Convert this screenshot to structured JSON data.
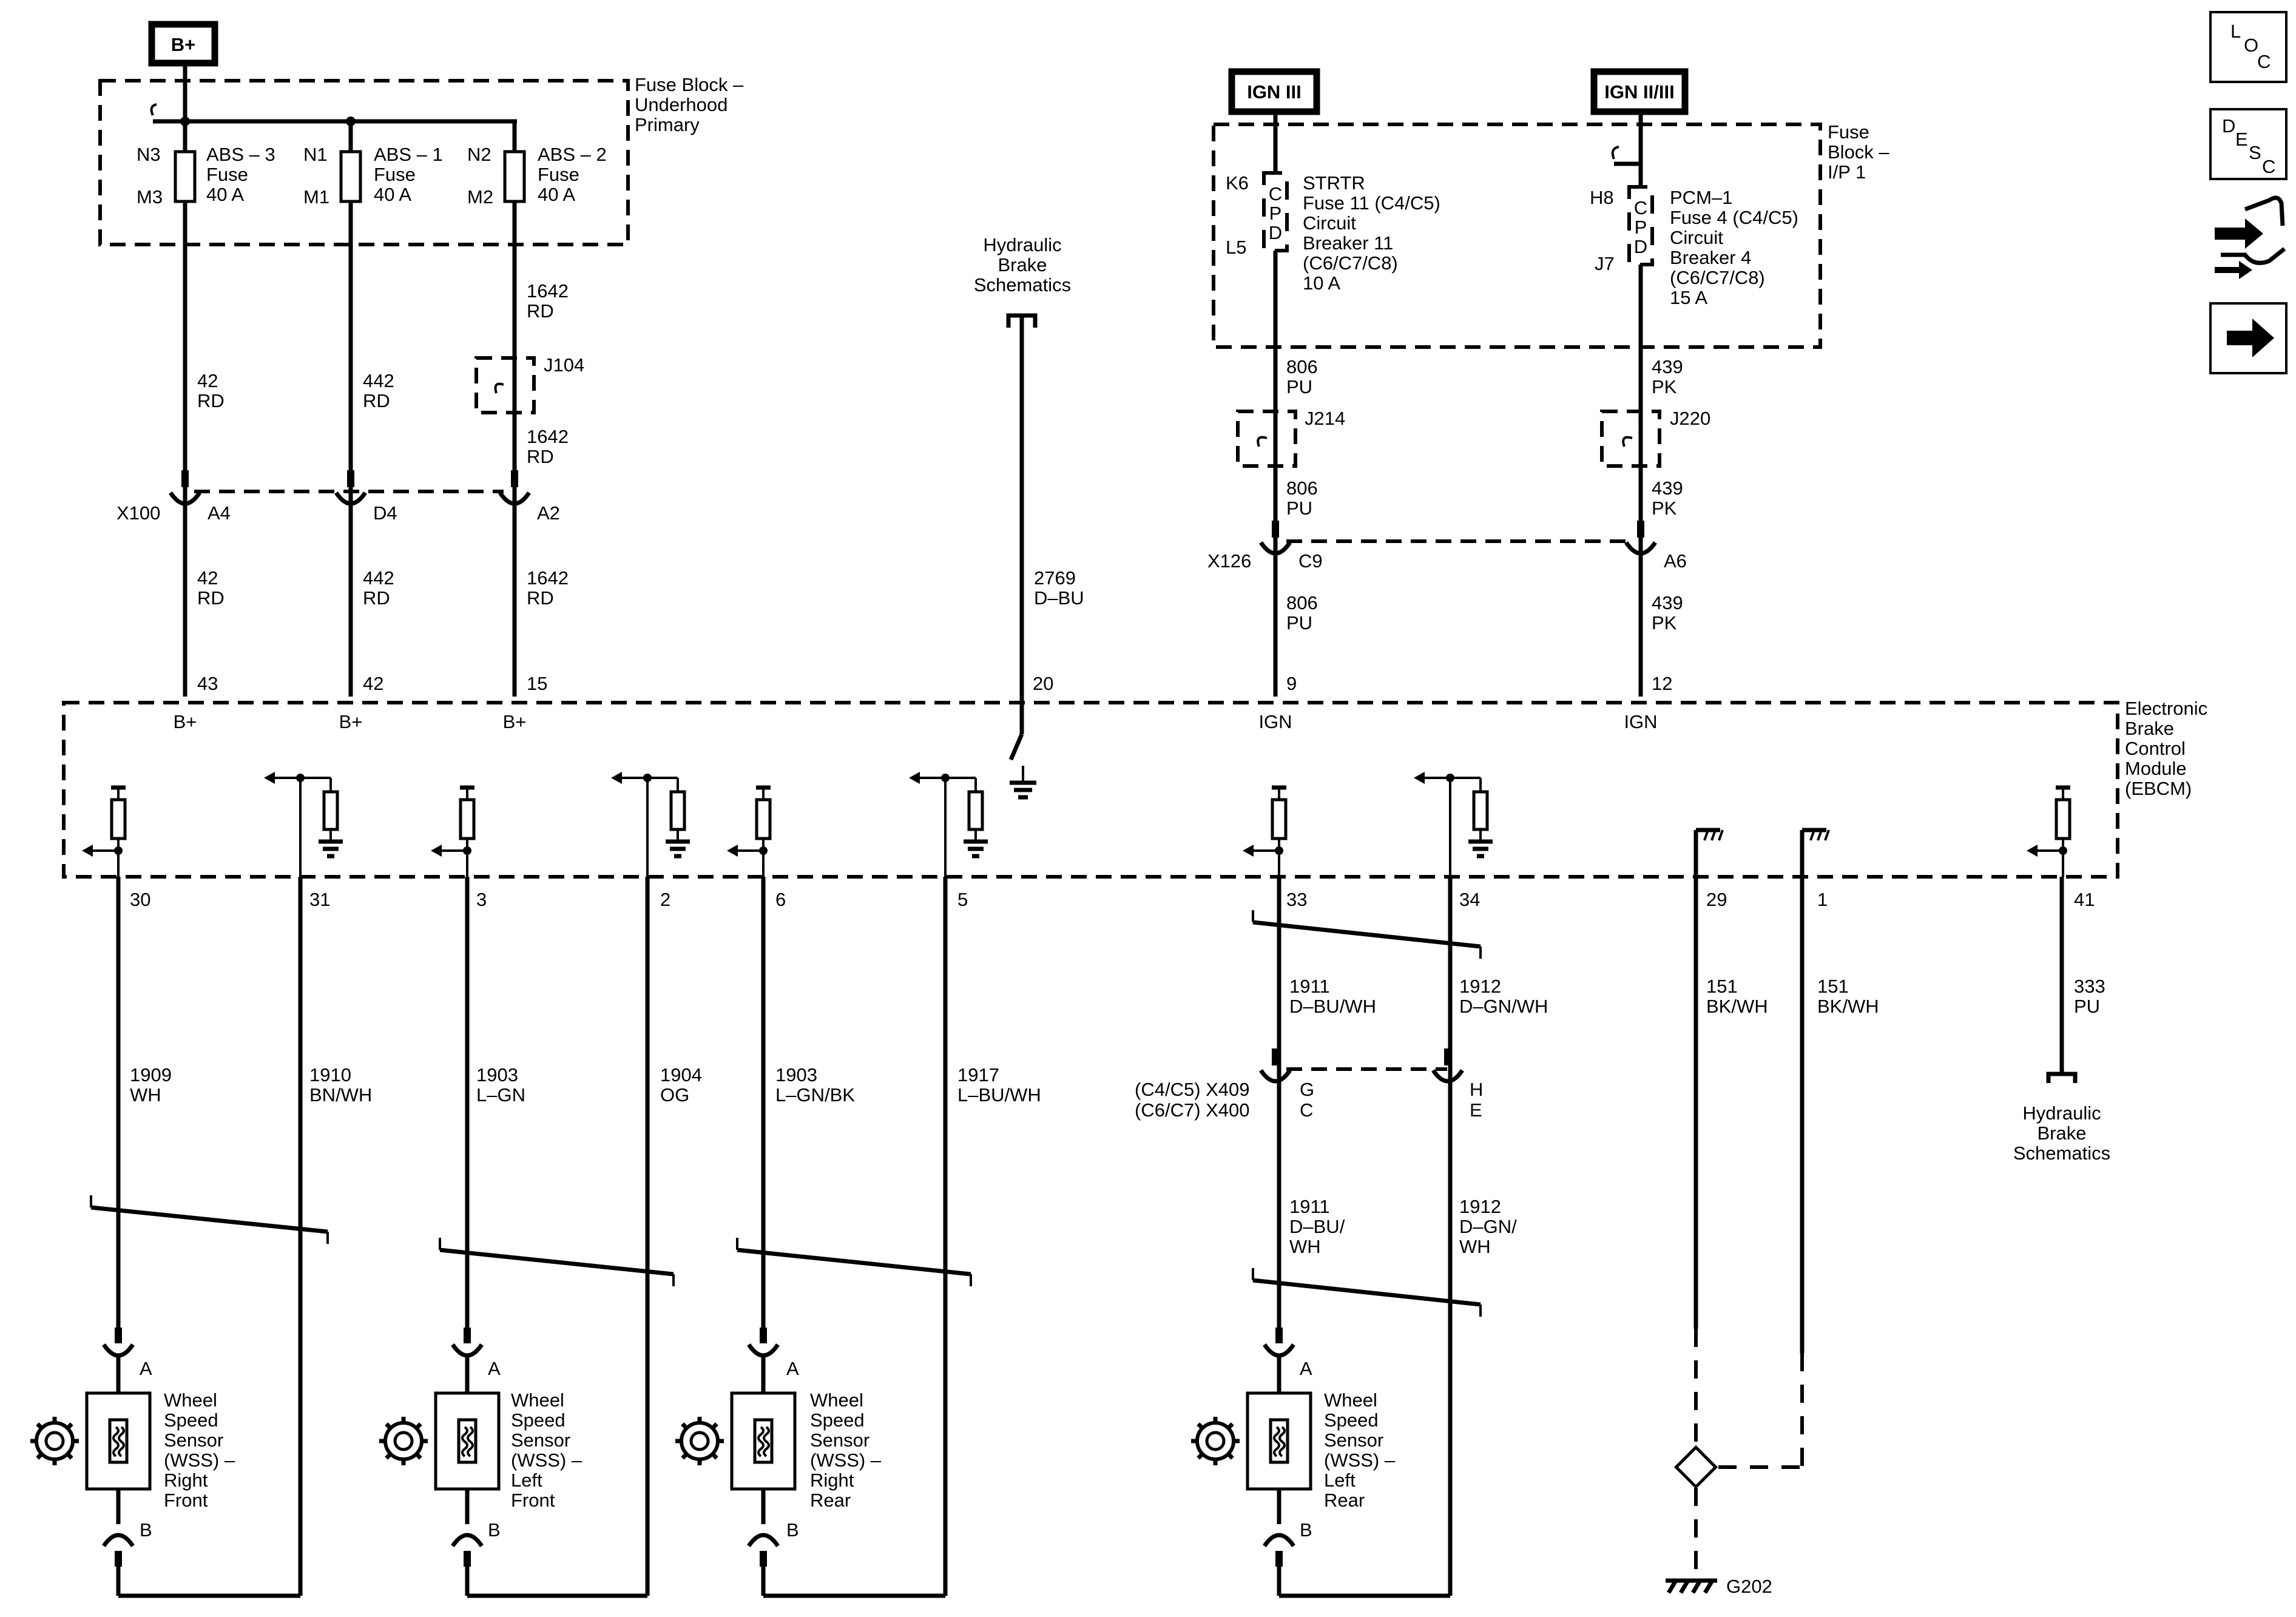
{
  "power_labels": {
    "bplus": "B+",
    "ign3": "IGN III",
    "ign23": "IGN II/III"
  },
  "fuse_block_underhood": {
    "title": [
      "Fuse Block –",
      "Underhood",
      "Primary"
    ],
    "fuses": [
      {
        "top": "N3",
        "bottom": "M3",
        "label": [
          "ABS – 3",
          "Fuse",
          "40 A"
        ]
      },
      {
        "top": "N1",
        "bottom": "M1",
        "label": [
          "ABS – 1",
          "Fuse",
          "40 A"
        ]
      },
      {
        "top": "N2",
        "bottom": "M2",
        "label": [
          "ABS – 2",
          "Fuse",
          "40 A"
        ]
      }
    ]
  },
  "fuse_block_ip": {
    "title": [
      "Fuse",
      "Block –",
      "I/P 1"
    ],
    "cpd_letters": [
      "C",
      "P",
      "D"
    ],
    "devices": [
      {
        "top": "K6",
        "bottom": "L5",
        "label": [
          "STRTR",
          "Fuse 11 (C4/C5)",
          "Circuit",
          "Breaker 11",
          "(C6/C7/C8)",
          "10 A"
        ]
      },
      {
        "top": "H8",
        "bottom": "J7",
        "label": [
          "PCM–1",
          "Fuse 4 (C4/C5)",
          "Circuit",
          "Breaker 4",
          "(C6/C7/C8)",
          "15 A"
        ]
      }
    ]
  },
  "hydraulic_ref": {
    "top": [
      "Hydraulic",
      "Brake",
      "Schematics"
    ],
    "bottom": [
      "Hydraulic",
      "Brake",
      "Schematics"
    ]
  },
  "wires_upper": [
    {
      "circuit": "42",
      "color": "RD"
    },
    {
      "circuit": "442",
      "color": "RD"
    },
    {
      "circuit": "1642",
      "color": "RD"
    },
    {
      "circuit": "1642",
      "color": "RD"
    },
    {
      "circuit": "2769",
      "color": "D–BU"
    },
    {
      "circuit": "806",
      "color": "PU"
    },
    {
      "circuit": "806",
      "color": "PU"
    },
    {
      "circuit": "439",
      "color": "PK"
    },
    {
      "circuit": "439",
      "color": "PK"
    }
  ],
  "splices": {
    "j104": "J104",
    "j214": "J214",
    "j220": "J220"
  },
  "connector_x100": {
    "name": "X100",
    "pins": [
      "A4",
      "D4",
      "A2"
    ]
  },
  "connector_x126": {
    "name": "X126",
    "pins": [
      "C9",
      "A6"
    ]
  },
  "ebcm": {
    "title": [
      "Electronic",
      "Brake",
      "Control",
      "Module",
      "(EBCM)"
    ],
    "top_pins": [
      "43",
      "42",
      "15",
      "20",
      "9",
      "12"
    ],
    "top_names": [
      "B+",
      "B+",
      "B+",
      "IGN",
      "IGN"
    ],
    "bottom_pins": [
      "30",
      "31",
      "3",
      "2",
      "6",
      "5",
      "33",
      "34",
      "29",
      "1",
      "41"
    ]
  },
  "wires_lower": [
    {
      "circuit": "1909",
      "color": "WH"
    },
    {
      "circuit": "1910",
      "color": "BN/WH"
    },
    {
      "circuit": "1903",
      "color": "L–GN"
    },
    {
      "circuit": "1904",
      "color": "OG"
    },
    {
      "circuit": "1903",
      "color": "L–GN/BK"
    },
    {
      "circuit": "1917",
      "color": "L–BU/WH"
    },
    {
      "circuit": "1911",
      "color": "D–BU/WH"
    },
    {
      "circuit": "1912",
      "color": "D–GN/WH"
    },
    {
      "circuit": "151",
      "color": "BK/WH"
    },
    {
      "circuit": "151",
      "color": "BK/WH"
    },
    {
      "circuit": "333",
      "color": "PU"
    }
  ],
  "wires_rear": [
    {
      "circuit": "1911",
      "color": [
        "D–BU/",
        "WH"
      ]
    },
    {
      "circuit": "1912",
      "color": [
        "D–GN/",
        "WH"
      ]
    }
  ],
  "connector_x409": {
    "name1": "(C4/C5) X409",
    "name2": "(C6/C7) X400",
    "pins1": [
      "G",
      "H"
    ],
    "pins2": [
      "C",
      "E"
    ]
  },
  "sensors": [
    {
      "label": [
        "Wheel",
        "Speed",
        "Sensor",
        "(WSS) –",
        "Right",
        "Front"
      ],
      "pin_a": "A",
      "pin_b": "B"
    },
    {
      "label": [
        "Wheel",
        "Speed",
        "Sensor",
        "(WSS) –",
        "Left",
        "Front"
      ],
      "pin_a": "A",
      "pin_b": "B"
    },
    {
      "label": [
        "Wheel",
        "Speed",
        "Sensor",
        "(WSS) –",
        "Right",
        "Rear"
      ],
      "pin_a": "A",
      "pin_b": "B"
    },
    {
      "label": [
        "Wheel",
        "Speed",
        "Sensor",
        "(WSS) –",
        "Left",
        "Rear"
      ],
      "pin_a": "A",
      "pin_b": "B"
    }
  ],
  "ground": "G202",
  "nav": {
    "loc": [
      "L",
      "O",
      "C"
    ],
    "desc": [
      "D",
      "E",
      "S",
      "C"
    ],
    "icons": [
      "connector-tools-icon",
      "next-arrow-icon"
    ]
  }
}
